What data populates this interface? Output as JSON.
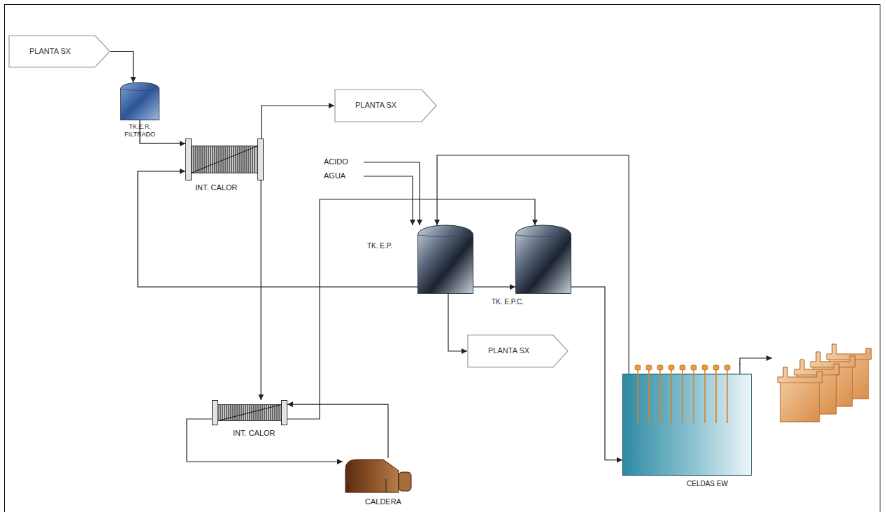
{
  "diagram": {
    "nodes": [
      {
        "text": [
          "PLANTA SX"
        ]
      },
      {
        "text": [
          "TK.E.R. FILTRADO"
        ]
      },
      {
        "text": [
          "INT. CALOR"
        ]
      },
      {
        "text": [
          "PLANTA SX"
        ]
      },
      {
        "text": [
          "TK. E.P."
        ]
      },
      {
        "text": [
          "TK. E.P.C."
        ]
      },
      {
        "text": [
          "PLANTA SX"
        ]
      },
      {
        "text": [
          "INT. CALOR"
        ]
      },
      {
        "text": [
          "CALDERA"
        ]
      },
      {
        "text": [
          "CELDAS EW"
        ]
      }
    ],
    "edges": [
      {
        "from": 0,
        "to": 1,
        "arrow": "to"
      },
      {
        "from": 1,
        "to": 2,
        "arrow": "to"
      },
      {
        "from": 2,
        "to": 3,
        "arrow": "to"
      },
      {
        "from": 2,
        "to": 7,
        "arrow": "to"
      },
      {
        "from": 7,
        "to": 5,
        "arrow": "to"
      },
      {
        "from": 8,
        "to": 7,
        "arrow": "to"
      },
      {
        "from": 7,
        "to": 8,
        "arrow": "to"
      },
      {
        "from": 4,
        "to": 2,
        "arrow": "to"
      },
      {
        "from": 4,
        "to": 5,
        "arrow": "to"
      },
      {
        "from": 4,
        "to": 6,
        "arrow": "to"
      },
      {
        "from": 5,
        "to": 9,
        "arrow": "to"
      },
      {
        "from": 9,
        "to": 4,
        "arrow": "to"
      }
    ],
    "labels": [
      "ÁCIDO",
      "AGUA"
    ]
  }
}
